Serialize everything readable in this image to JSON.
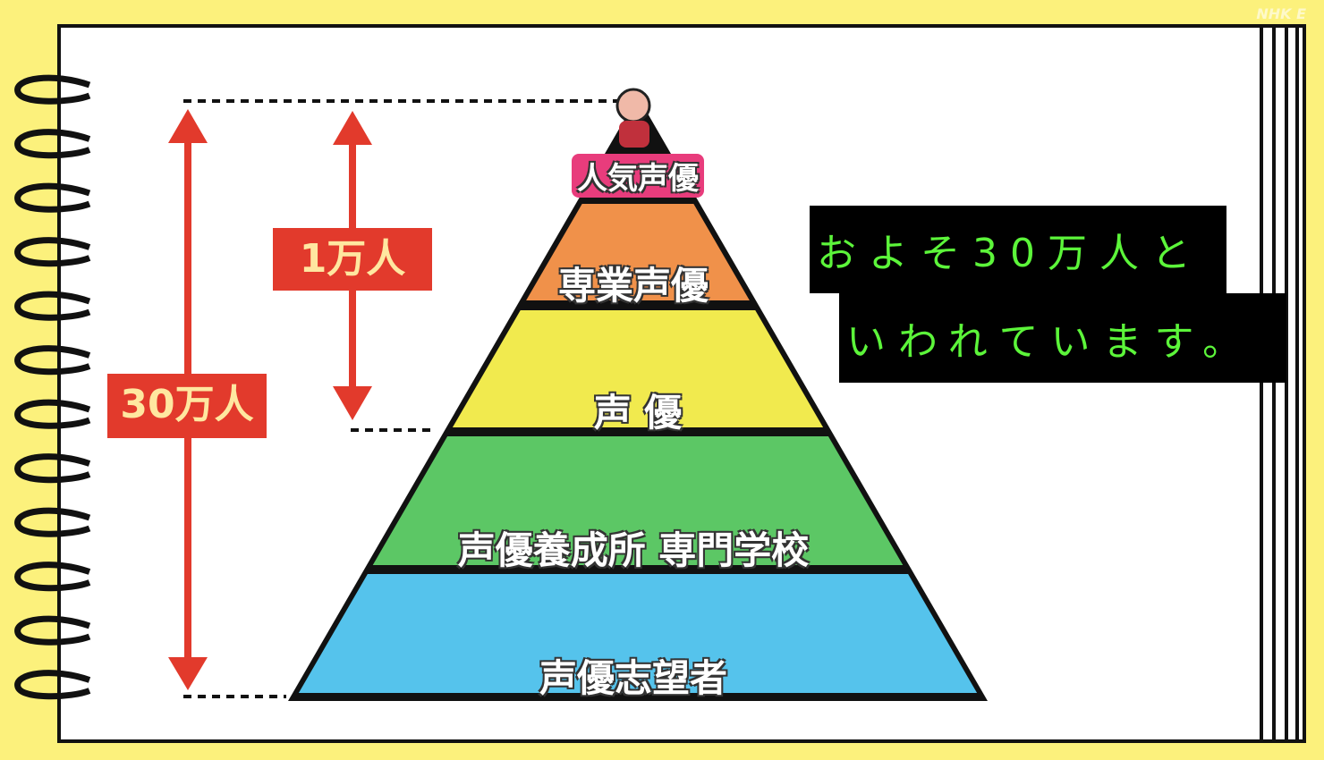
{
  "watermark": "NHK E",
  "layers": [
    {
      "label": "人気声優",
      "color": "#e83c7c"
    },
    {
      "label": "専業声優",
      "color": "#f0914a"
    },
    {
      "label": "声 優",
      "color": "#f1ea4e"
    },
    {
      "label": "声優養成所 専門学校",
      "color": "#5cc765"
    },
    {
      "label": "声優志望者",
      "color": "#55c3ec"
    }
  ],
  "arrows": {
    "small_label": "1万人",
    "large_label": "30万人",
    "color": "#e23a2c"
  },
  "caption": {
    "line1": "およそ30万人と",
    "line2": "いわれています。",
    "text_color": "#5cf53a"
  }
}
